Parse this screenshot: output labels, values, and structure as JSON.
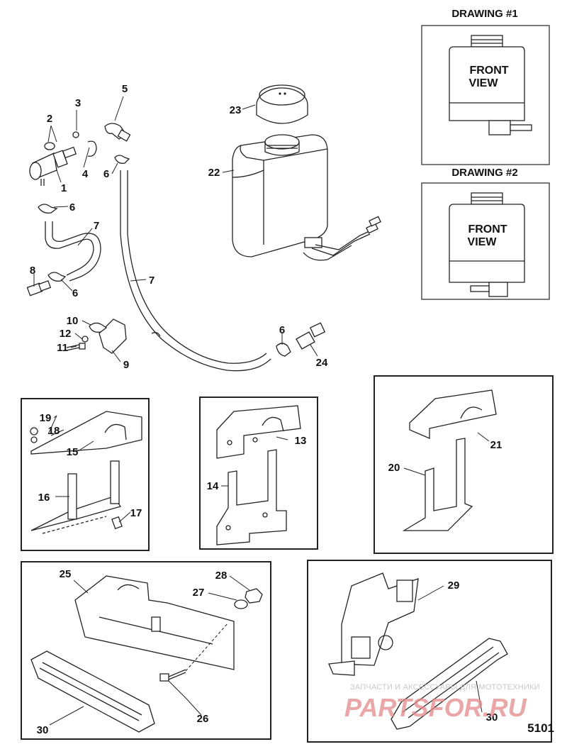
{
  "drawings": [
    {
      "heading": "DRAWING #1",
      "lines": [
        "FRONT",
        "VIEW"
      ]
    },
    {
      "heading": "DRAWING #2",
      "lines": [
        "FRONT",
        "VIEW"
      ]
    }
  ],
  "callouts": {
    "c1": "1",
    "c2": "2",
    "c3": "3",
    "c4": "4",
    "c5": "5",
    "c6a": "6",
    "c6b": "6",
    "c6c": "6",
    "c6d": "6",
    "c7a": "7",
    "c7b": "7",
    "c8": "8",
    "c9": "9",
    "c10": "10",
    "c11": "11",
    "c12": "12",
    "c13": "13",
    "c14": "14",
    "c15": "15",
    "c16": "16",
    "c17": "17",
    "c18": "18",
    "c19": "19",
    "c20": "20",
    "c21": "21",
    "c22": "22",
    "c23": "23",
    "c24": "24",
    "c25": "25",
    "c26": "26",
    "c27": "27",
    "c28": "28",
    "c29": "29",
    "c30a": "30",
    "c30b": "30"
  },
  "watermark": {
    "subtitle": "ЗАПЧАСТИ И АКСЕССУАРЫ ДЛЯ МОТОТЕХНИКИ",
    "logo": "PARTSFOR.RU"
  },
  "figure_number": "5101"
}
